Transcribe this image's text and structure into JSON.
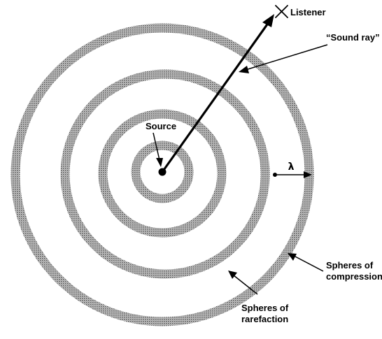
{
  "diagram": {
    "labels": {
      "listener": "Listener",
      "sound_ray": "“Sound ray”",
      "source": "Source",
      "wavelength": "λ",
      "compression_line1": "Spheres of",
      "compression_line2": "compression",
      "rarefaction_line1": "Spheres of",
      "rarefaction_line2": "rarefaction"
    },
    "wave_rings": 4,
    "colors": {
      "ink": "#000000",
      "compression_band": "#a6a6a6",
      "background": "#ffffff"
    }
  }
}
